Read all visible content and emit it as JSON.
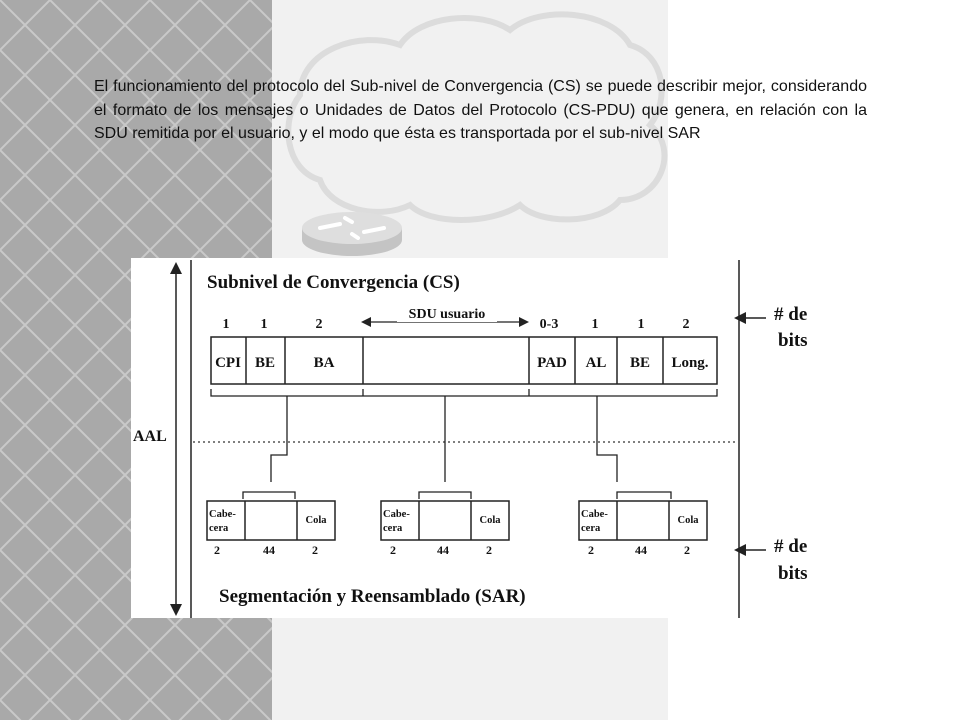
{
  "slide": {
    "intro_text": "El funcionamiento del protocolo del Sub-nivel de Convergencia (CS) se puede describir mejor, considerando el formato de los mensajes o Unidades de Datos del Protocolo (CS-PDU) que genera, en relación con la SDU remitida por el usuario, y el modo que ésta es transportada por el sub-nivel SAR"
  },
  "diagram": {
    "aal_label": "AAL",
    "cs_title": "Subnivel de Convergencia (CS)",
    "sar_title": "Segmentación y Reensamblado (SAR)",
    "sdu_label": "SDU usuario",
    "cs_fields": [
      {
        "label": "CPI",
        "bits": "1"
      },
      {
        "label": "BE",
        "bits": "1"
      },
      {
        "label": "BA",
        "bits": "2"
      },
      {
        "label": "",
        "bits": ""
      },
      {
        "label": "PAD",
        "bits": "0-3"
      },
      {
        "label": "AL",
        "bits": "1"
      },
      {
        "label": "BE",
        "bits": "1"
      },
      {
        "label": "Long.",
        "bits": "2"
      }
    ],
    "sar_units": [
      {
        "head_line1": "Cabe-",
        "head_line2": "cera",
        "tail": "Cola",
        "bits": [
          "2",
          "44",
          "2"
        ]
      },
      {
        "head_line1": "Cabe-",
        "head_line2": "cera",
        "tail": "Cola",
        "bits": [
          "2",
          "44",
          "2"
        ]
      },
      {
        "head_line1": "Cabe-",
        "head_line2": "cera",
        "tail": "Cola",
        "bits": [
          "2",
          "44",
          "2"
        ]
      }
    ],
    "bits_note_top": {
      "line1": "# de",
      "line2": "bits"
    },
    "bits_note_bottom": {
      "line1": "# de",
      "line2": "bits"
    }
  }
}
